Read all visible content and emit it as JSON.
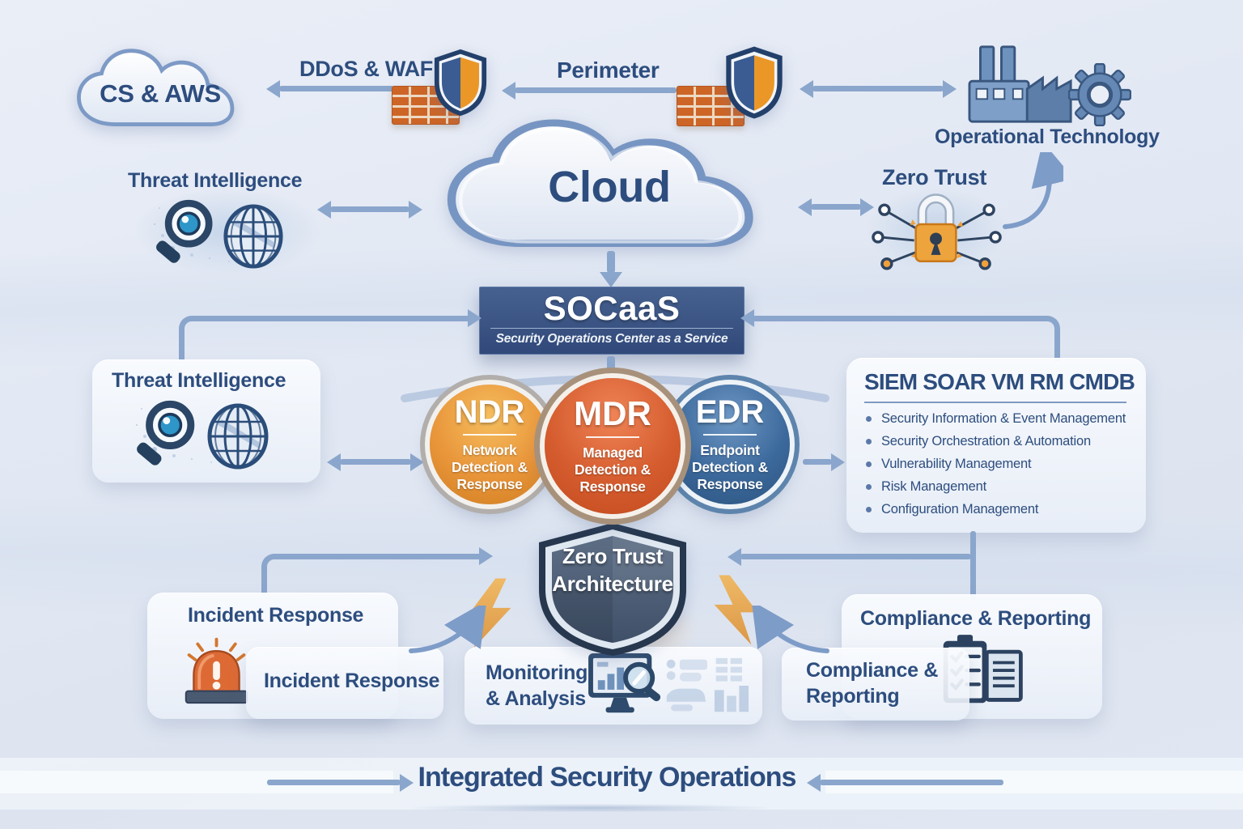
{
  "colors": {
    "ink": "#2d4d7e",
    "arrow": "#8ba6cc",
    "banner1": "#46618f",
    "banner2": "#31497a",
    "ndr": "#e9953a",
    "mdr": "#d55c2e",
    "edr": "#3c699c",
    "alarm": "#dd6a35",
    "lock": "#eda43d",
    "brick": "#cd6527",
    "bolt": "#e8a843"
  },
  "top_row": {
    "cs_aws": "CS & AWS",
    "ddos_waf": "DDoS & WAF",
    "perimeter": "Perimeter",
    "operational_technology": "Operational Technology"
  },
  "mid_row": {
    "threat_intelligence": "Threat Intelligence",
    "cloud": "Cloud",
    "zero_trust": "Zero Trust"
  },
  "socaas": {
    "title": "SOCaaS",
    "subtitle": "Security Operations Center as a Service"
  },
  "services": [
    {
      "abbr": "NDR",
      "lines": [
        "Network",
        "Detection &",
        "Response"
      ]
    },
    {
      "abbr": "MDR",
      "lines": [
        "Managed",
        "Detection &",
        "Response"
      ]
    },
    {
      "abbr": "EDR",
      "lines": [
        "Endpoint",
        "Detection &",
        "Response"
      ]
    }
  ],
  "threat_panel": {
    "title": "Threat Intelligence"
  },
  "siem_panel": {
    "title": "SIEM SOAR VM RM CMDB",
    "bullets": [
      "Security Information & Event Management",
      "Security Orchestration & Automation",
      "Vulnerability Management",
      "Risk Management",
      "Configuration Management"
    ]
  },
  "zta": {
    "lines": [
      "Zero Trust",
      "Architecture"
    ]
  },
  "incident": {
    "title": "Incident Response",
    "tag": "Incident Response"
  },
  "monitoring": {
    "lines": [
      "Monitoring",
      "& Analysis"
    ]
  },
  "compliance": {
    "title": "Compliance & Reporting",
    "tag_lines": [
      "Compliance &",
      "Reporting"
    ]
  },
  "footer": {
    "label": "Integrated Security Operations"
  }
}
